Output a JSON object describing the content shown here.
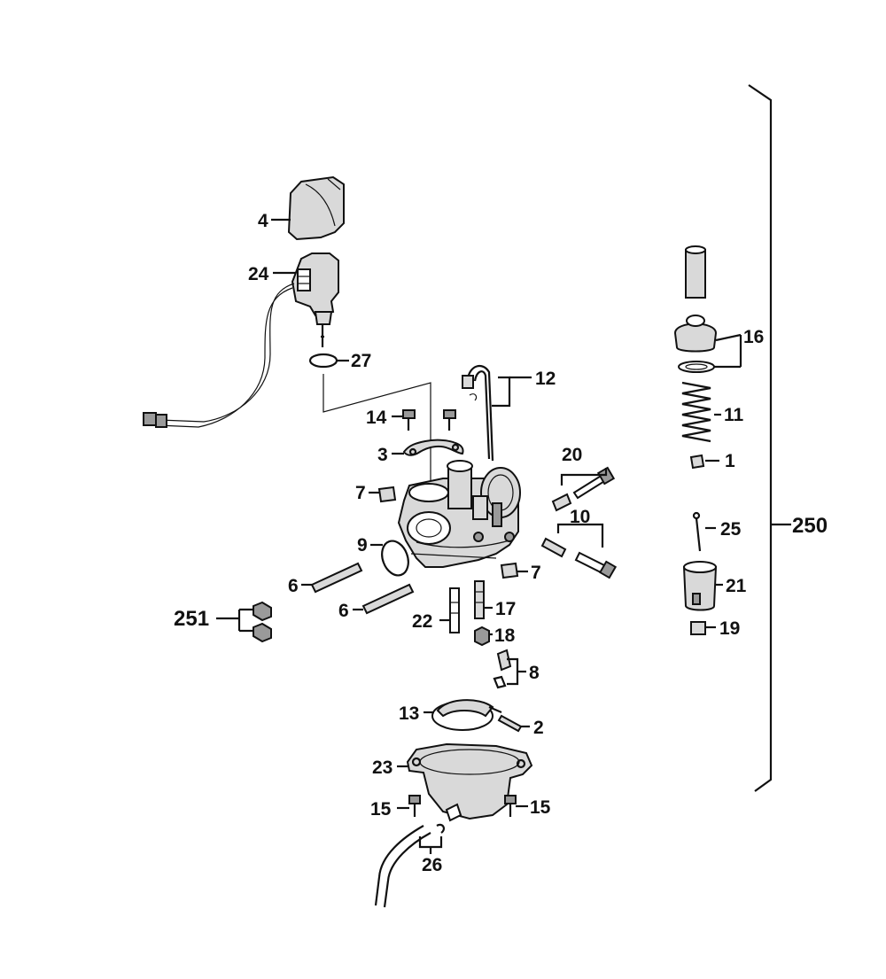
{
  "labels": {
    "p1": "1",
    "p2": "2",
    "p3": "3",
    "p4": "4",
    "p6a": "6",
    "p6b": "6",
    "p7a": "7",
    "p7b": "7",
    "p8": "8",
    "p9": "9",
    "p10": "10",
    "p11": "11",
    "p12": "12",
    "p13": "13",
    "p14": "14",
    "p15a": "15",
    "p15b": "15",
    "p16": "16",
    "p17": "17",
    "p18": "18",
    "p19": "19",
    "p20": "20",
    "p21": "21",
    "p22": "22",
    "p23": "23",
    "p24": "24",
    "p25": "25",
    "p26": "26",
    "p27": "27",
    "p250": "250",
    "p251": "251"
  }
}
